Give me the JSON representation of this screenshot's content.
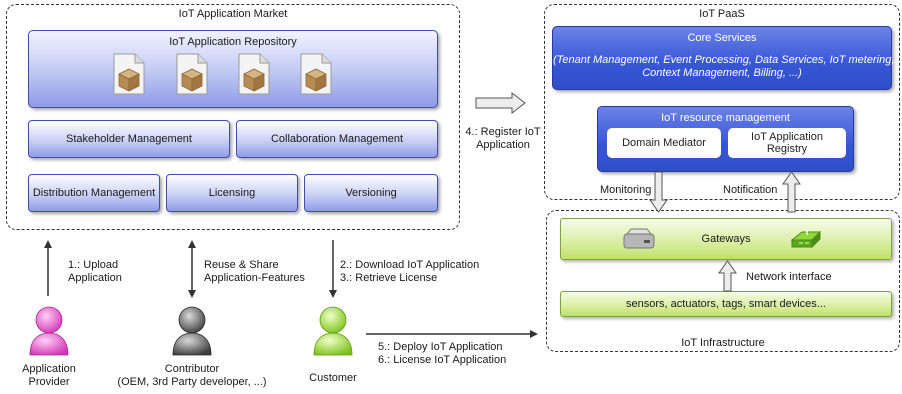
{
  "market": {
    "title": "IoT Application Market",
    "repository": "IoT Application Repository",
    "stakeholder": "Stakeholder Management",
    "collaboration": "Collaboration Management",
    "distribution": "Distribution Management",
    "licensing": "Licensing",
    "versioning": "Versioning"
  },
  "paas": {
    "title": "IoT PaaS",
    "core_title": "Core Services",
    "core_line1": "(Tenant Management, Event Processing, Data Services, IoT metering,",
    "core_line2": "Context Management, Billing, ...)",
    "resource_title": "IoT resource management",
    "domain_mediator": "Domain Mediator",
    "registry_line1": "IoT Application",
    "registry_line2": "Registry"
  },
  "infra": {
    "title": "IoT Infrastructure",
    "gateways": "Gateways",
    "network_interface": "Network interface",
    "devices": "sensors, actuators, tags, smart devices..."
  },
  "flows": {
    "register_line1": "4.: Register IoT",
    "register_line2": "Application",
    "monitoring": "Monitoring",
    "notification": "Notification",
    "upload_line1": "1.: Upload",
    "upload_line2": "Application",
    "reuse_line1": "Reuse & Share",
    "reuse_line2": "Application-Features",
    "download_line1": "2.: Download IoT Application",
    "download_line2": "3.: Retrieve License",
    "deploy_line1": "5.: Deploy IoT Application",
    "deploy_line2": "6.: License IoT Application"
  },
  "actors": {
    "provider_line1": "Application",
    "provider_line2": "Provider",
    "contributor_line1": "Contributor",
    "contributor_line2": "(OEM, 3rd Party developer, ...)",
    "customer": "Customer"
  },
  "colors": {
    "provider": "#e65ad2",
    "contributor": "#555555",
    "customer": "#93d32a"
  }
}
